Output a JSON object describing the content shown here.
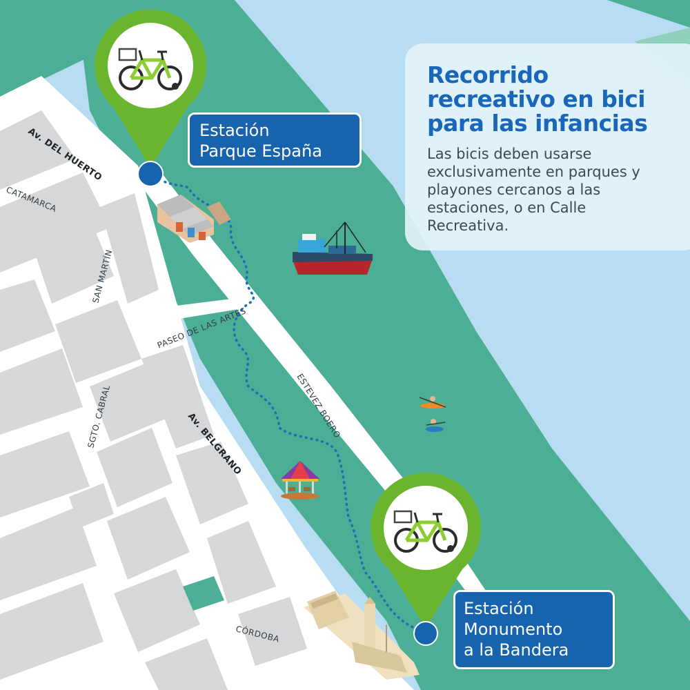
{
  "title": "Recorrido recreativo en bici para las infancias",
  "description": "Las bicis deben usarse exclusivamente en parques y playones cercanos a las estaciones, o en Calle Recreativa.",
  "stations": [
    {
      "line1": "Estación",
      "line2": "Parque España"
    },
    {
      "line1": "Estación",
      "line2": "Monumento",
      "line3": "a la Bandera"
    }
  ],
  "streets": {
    "del_huerto": "Av. DEL HUERTO",
    "catamarca": "CATAMARCA",
    "san_martin": "SAN MARTÍN",
    "paseo_artes": "PASEO DE LAS ARTES",
    "sgto_cabral": "SGTO. CABRAL",
    "belgrano": "Av. BELGRANO",
    "estevez_boero": "ESTEVEZ BOERO",
    "cordoba": "CÓRDOBA"
  },
  "colors": {
    "river": "#b8ddf2",
    "park": "#4cae94",
    "pin": "#6ab42e",
    "station_label": "#1863ad",
    "title": "#1a66b8",
    "route": "#1c6fb5"
  },
  "icons": [
    "bicycle-icon",
    "boat-icon",
    "kayak-icon",
    "carousel-icon",
    "monument-icon",
    "map-pin-icon"
  ]
}
